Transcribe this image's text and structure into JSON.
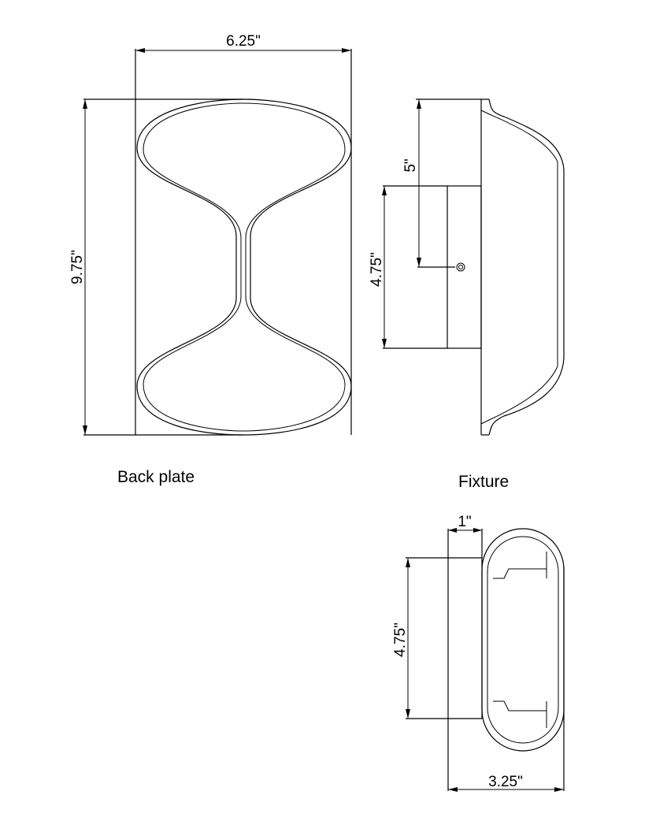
{
  "views": {
    "back_plate": {
      "caption": "Back plate",
      "width_label": "6.25\"",
      "height_label": "9.75\""
    },
    "fixture_side": {
      "caption": "Fixture",
      "offset_label": "5\"",
      "mount_height_label": "4.75\""
    },
    "fixture_top": {
      "depth_label": "1\"",
      "mount_height_label": "4.75\"",
      "width_label": "3.25\""
    }
  }
}
